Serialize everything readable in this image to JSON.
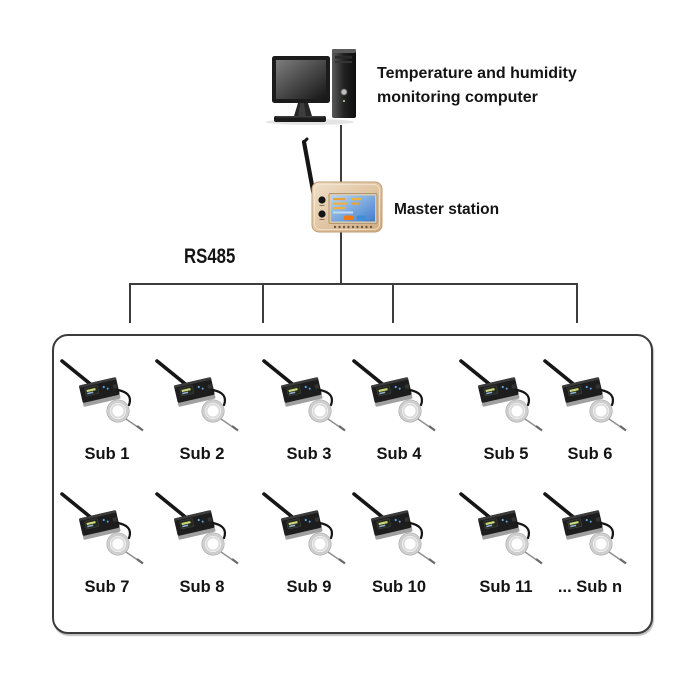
{
  "computer": {
    "label_line1": "Temperature and humidity",
    "label_line2": "monitoring computer",
    "icon": "desktop-computer-icon"
  },
  "master": {
    "label": "Master station",
    "icon": "master-station-icon"
  },
  "bus": {
    "label": "RS485"
  },
  "subs": {
    "icon": "wireless-temperature-sensor-icon",
    "labels": [
      "Sub 1",
      "Sub 2",
      "Sub 3",
      "Sub 4",
      "Sub 5",
      "Sub 6",
      "Sub 7",
      "Sub 8",
      "Sub 9",
      "Sub 10",
      "Sub 11",
      "... Sub n"
    ]
  },
  "colors": {
    "line": "#3d3d3d",
    "text": "#141414",
    "panel_border": "#3b3b3b",
    "master_body": "#e2c9a6",
    "master_screen": "#4f8ed8",
    "master_button_orange": "#f07818",
    "master_button_blue": "#3e8fd8",
    "device_body": "#1d1d1d",
    "coil": "#cfcfcf"
  }
}
